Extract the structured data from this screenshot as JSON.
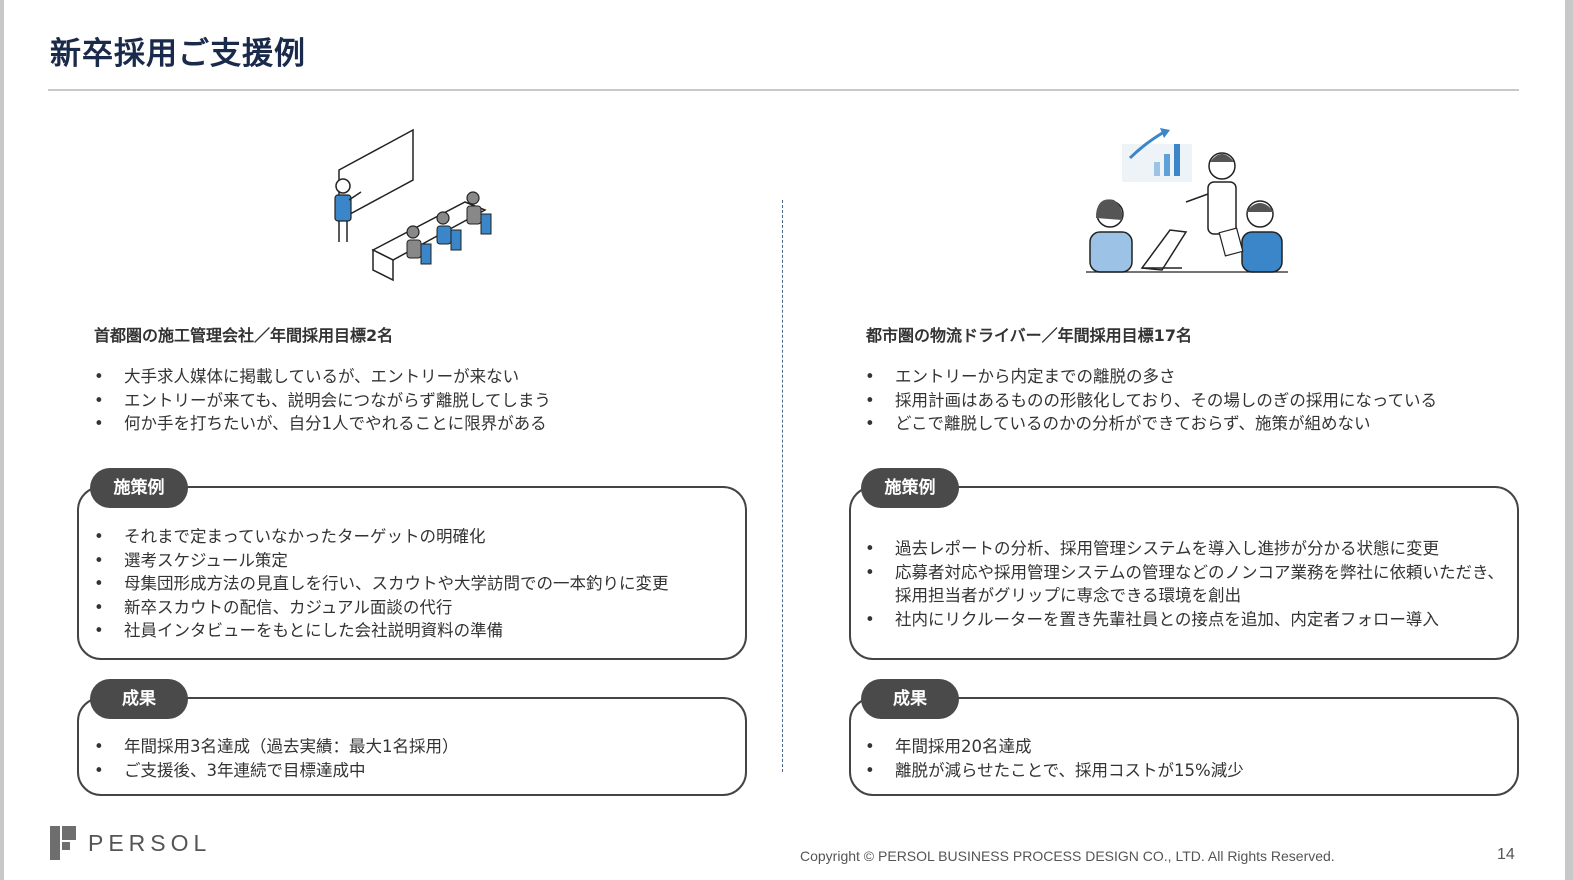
{
  "page": {
    "title": "新卒採用ご支援例",
    "page_number": "14",
    "copyright": "Copyright © PERSOL BUSINESS PROCESS DESIGN CO., LTD. All Rights Reserved.",
    "logo_text": "PERSOL"
  },
  "left_case": {
    "title": "首都圏の施工管理会社／年間採用目標2名",
    "problems": [
      "大手求人媒体に掲載しているが、エントリーが来ない",
      "エントリーが来ても、説明会につながらず離脱してしまう",
      "何か手を打ちたいが、自分1人でやれることに限界がある"
    ],
    "measures_label": "施策例",
    "measures": [
      "それまで定まっていなかったターゲットの明確化",
      "選考スケジュール策定",
      "母集団形成方法の見直しを行い、スカウトや大学訪問での一本釣りに変更",
      "新卒スカウトの配信、カジュアル面談の代行",
      "社員インタビューをもとにした会社説明資料の準備"
    ],
    "results_label": "成果",
    "results": [
      "年間採用3名達成（過去実績：最大1名採用）",
      "ご支援後、3年連続で目標達成中"
    ]
  },
  "right_case": {
    "title": "都市圏の物流ドライバー／年間採用目標17名",
    "problems": [
      "エントリーから内定までの離脱の多さ",
      "採用計画はあるものの形骸化しており、その場しのぎの採用になっている",
      "どこで離脱しているのかの分析ができておらず、施策が組めない"
    ],
    "measures_label": "施策例",
    "measures": [
      "過去レポートの分析、採用管理システムを導入し進捗が分かる状態に変更",
      "応募者対応や採用管理システムの管理などのノンコア業務を弊社に依頼いただき、採用担当者がグリップに専念できる環境を創出",
      "社内にリクルーターを置き先輩社員との接点を追加、内定者フォロー導入"
    ],
    "results_label": "成果",
    "results": [
      "年間採用20名達成",
      "離脱が減らせたことで、採用コストが15%減少"
    ]
  },
  "colors": {
    "title": "#1a2a4a",
    "accent_blue": "#3a86c8",
    "pill_bg": "#4a4a4a",
    "box_border": "#444444"
  }
}
